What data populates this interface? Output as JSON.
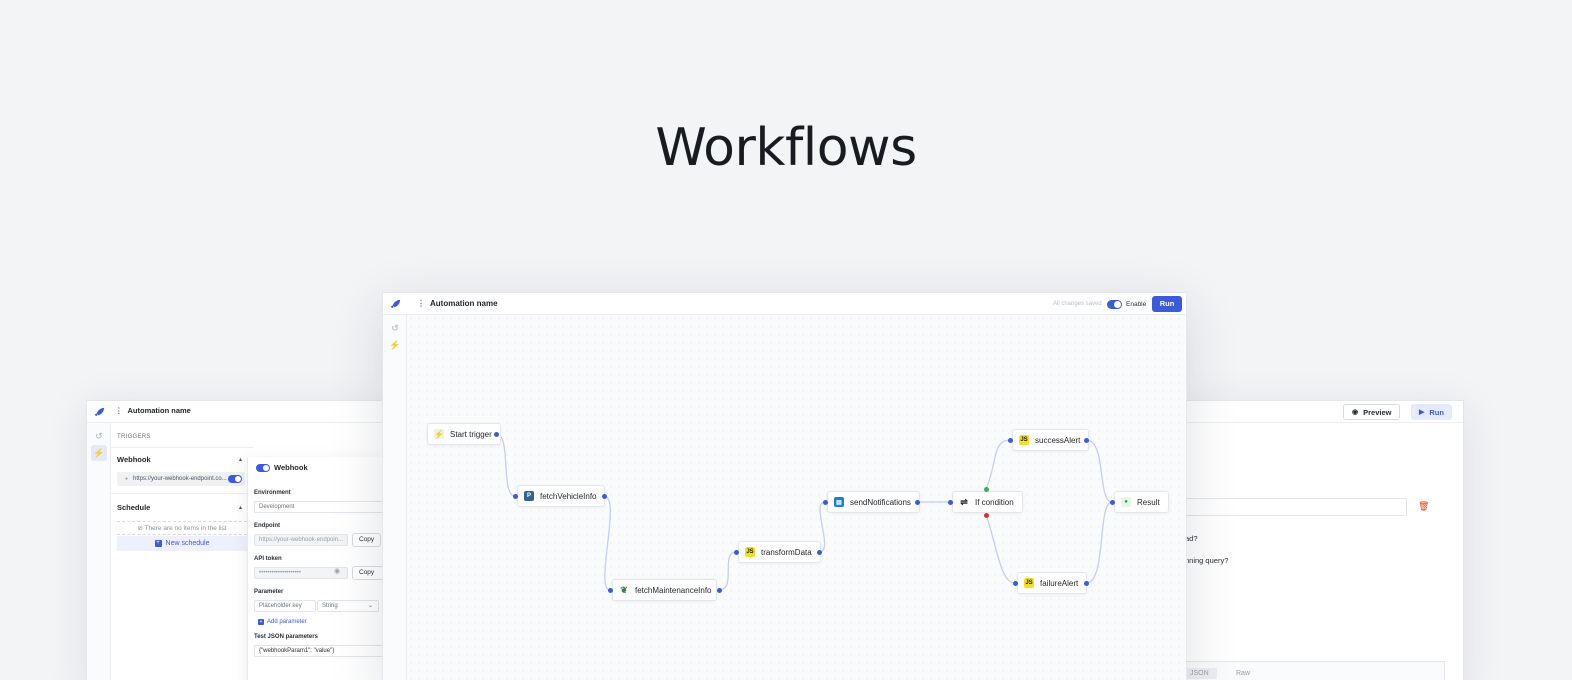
{
  "hero": {
    "title": "Workflows"
  },
  "left_window": {
    "title": "Automation name",
    "triggers_label": "TRIGGERS",
    "webhook_label": "Webhook",
    "webhook_url": "https://your-webhook-endpoint.co...",
    "schedule_label": "Schedule",
    "empty_note": "There are no items in the list",
    "new_schedule": "New schedule",
    "detail": {
      "title": "Webhook",
      "environment_label": "Environment",
      "environment_value": "Development",
      "endpoint_label": "Endpoint",
      "endpoint_value": "https://your-webhook-endpoin...",
      "copy_label": "Copy",
      "api_token_label": "API token",
      "api_token_value": "••••••••••••••••••••",
      "copy_label_2": "Copy",
      "parameter_label": "Parameter",
      "param_key_placeholder": "Placeholder key",
      "param_type": "String",
      "add_parameter": "Add parameter",
      "test_json_label": "Test JSON parameters",
      "test_json_value": "{\"webhookParam1\": \"value\"}"
    }
  },
  "right_window": {
    "preview_label": "Preview",
    "run_label": "Run",
    "text_1": "ad?",
    "text_2": "nning query?",
    "tab_json": "JSON",
    "tab_raw": "Raw"
  },
  "main_window": {
    "title": "Automation name",
    "status": "All changes saved",
    "enable_label": "Enable",
    "run_label": "Run",
    "nodes": {
      "start": "Start trigger",
      "fetch_vehicle": "fetchVehicleInfo",
      "fetch_maintenance": "fetchMaintenanceInfo",
      "transform": "transformData",
      "send_notifications": "sendNotifications",
      "if_condition": "If condition",
      "success_alert": "successAlert",
      "failure_alert": "failureAlert",
      "result": "Result"
    },
    "icons": {
      "js": "JS"
    }
  },
  "colors": {
    "accent": "#3b5bdb",
    "background": "#f3f4f6",
    "edge": "#c5cdf2"
  }
}
